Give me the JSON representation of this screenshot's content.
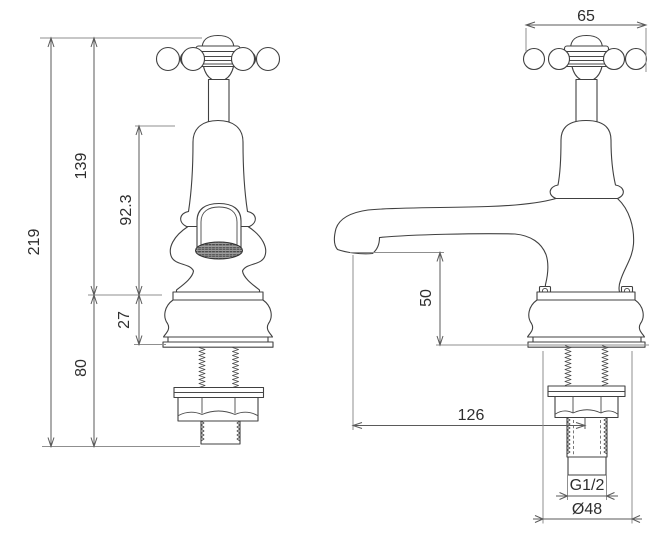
{
  "drawing": {
    "dimension_labels": {
      "overall_height": "219",
      "handle_to_skirt": "139",
      "body_height": "92.3",
      "skirt_height": "27",
      "shank_below": "80",
      "handle_width": "65",
      "spout_clearance": "50",
      "spout_reach": "126",
      "thread_size": "G1/2",
      "base_diameter": "Ø48"
    },
    "colors": {
      "background": "#ffffff",
      "object_line": "#404040",
      "dimension_line": "#5a5a5a",
      "extension_line": "#8f8f8f",
      "text": "#2e2e2e",
      "aerator_fill": "#4a4a4a"
    }
  }
}
